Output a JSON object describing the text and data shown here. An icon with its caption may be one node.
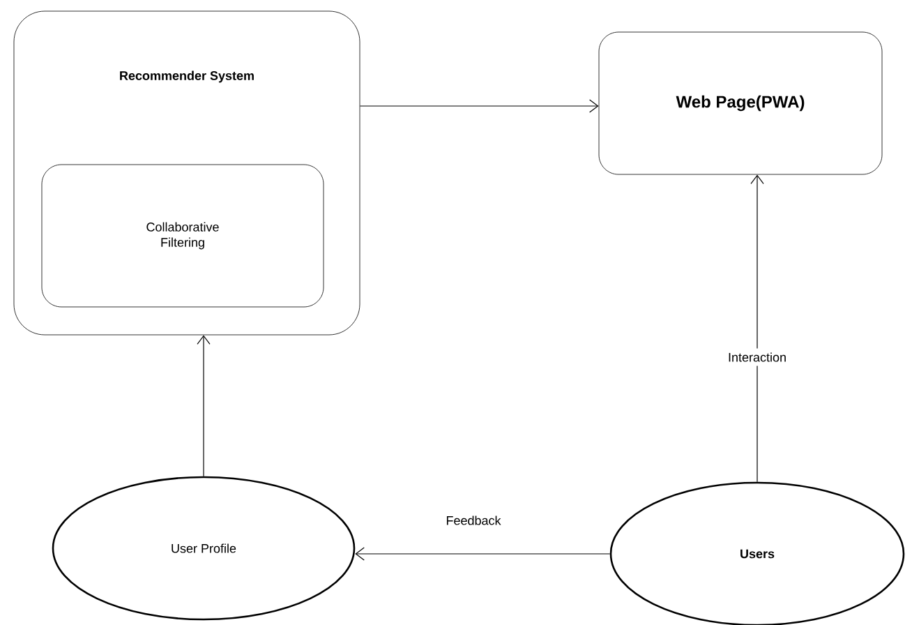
{
  "diagram": {
    "nodes": [
      {
        "text": [
          "Recommender System"
        ]
      },
      {
        "text": [
          "Collaborative Filtering"
        ],
        "in": 0
      },
      {
        "text": [
          "Web Page(PWA)"
        ]
      },
      {
        "text": [
          "User Profile"
        ]
      },
      {
        "text": [
          "Users"
        ]
      }
    ],
    "edges": [
      {
        "from": 0,
        "to": 2,
        "arrow": "to"
      },
      {
        "from": 3,
        "to": 0,
        "arrow": "to"
      },
      {
        "from": 4,
        "to": 2,
        "arrow": "to",
        "label": "Interaction"
      },
      {
        "from": 4,
        "to": 3,
        "arrow": "to",
        "label": "Feedback"
      }
    ]
  }
}
